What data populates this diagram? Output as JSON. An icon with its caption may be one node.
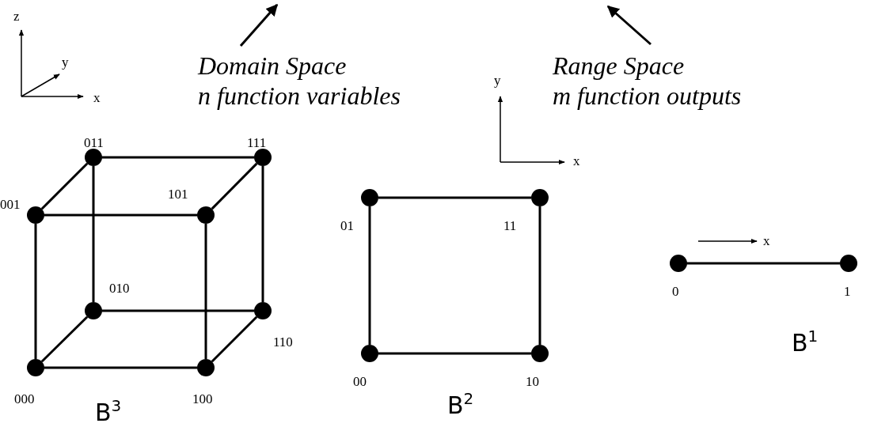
{
  "diagram": {
    "nodes": [
      {
        "text": [
          "Domain Space",
          "n function variables"
        ]
      },
      {
        "text": [
          "Range Space",
          "m function outputs"
        ]
      },
      {
        "text": [],
        "shape": "circle",
        "beside": [
          "011"
        ]
      },
      {
        "text": [],
        "shape": "circle",
        "beside": [
          "111"
        ]
      },
      {
        "text": [],
        "shape": "circle",
        "beside": [
          "001"
        ]
      },
      {
        "text": [],
        "shape": "circle",
        "beside": [
          "101"
        ]
      },
      {
        "text": [],
        "shape": "circle",
        "beside": [
          "010"
        ]
      },
      {
        "text": [],
        "shape": "circle",
        "beside": [
          "110"
        ]
      },
      {
        "text": [],
        "shape": "circle",
        "beside": [
          "000"
        ]
      },
      {
        "text": [],
        "shape": "circle",
        "beside": [
          "100"
        ]
      },
      {
        "text": [],
        "shape": "circle",
        "beside": [
          "01"
        ]
      },
      {
        "text": [],
        "shape": "circle",
        "beside": [
          "11"
        ]
      },
      {
        "text": [],
        "shape": "circle",
        "beside": [
          "00"
        ]
      },
      {
        "text": [],
        "shape": "circle",
        "beside": [
          "10"
        ]
      },
      {
        "text": [],
        "shape": "circle",
        "beside": [
          "0"
        ]
      },
      {
        "text": [],
        "shape": "circle",
        "beside": [
          "1"
        ]
      }
    ],
    "edges": [
      {
        "from": 0,
        "to": null,
        "arrow": "to"
      },
      {
        "from": 1,
        "to": null,
        "arrow": "to"
      },
      {
        "from": 2,
        "to": 3,
        "arrow": "none"
      },
      {
        "from": 2,
        "to": 4,
        "arrow": "none"
      },
      {
        "from": 3,
        "to": 5,
        "arrow": "none"
      },
      {
        "from": 4,
        "to": 5,
        "arrow": "none"
      },
      {
        "from": 2,
        "to": 6,
        "arrow": "none"
      },
      {
        "from": 3,
        "to": 7,
        "arrow": "none"
      },
      {
        "from": 4,
        "to": 8,
        "arrow": "none"
      },
      {
        "from": 5,
        "to": 9,
        "arrow": "none"
      },
      {
        "from": 6,
        "to": 7,
        "arrow": "none"
      },
      {
        "from": 6,
        "to": 8,
        "arrow": "none"
      },
      {
        "from": 7,
        "to": 9,
        "arrow": "none"
      },
      {
        "from": 8,
        "to": 9,
        "arrow": "none"
      },
      {
        "from": 10,
        "to": 11,
        "arrow": "none"
      },
      {
        "from": 10,
        "to": 12,
        "arrow": "none"
      },
      {
        "from": 11,
        "to": 13,
        "arrow": "none"
      },
      {
        "from": 12,
        "to": 13,
        "arrow": "none"
      },
      {
        "from": 14,
        "to": 15,
        "arrow": "none"
      }
    ],
    "labels": [
      "z",
      "y",
      "x",
      "y",
      "x",
      "x",
      "B$^{1}$",
      "B$^{3}$",
      "B$^{2}$"
    ]
  }
}
